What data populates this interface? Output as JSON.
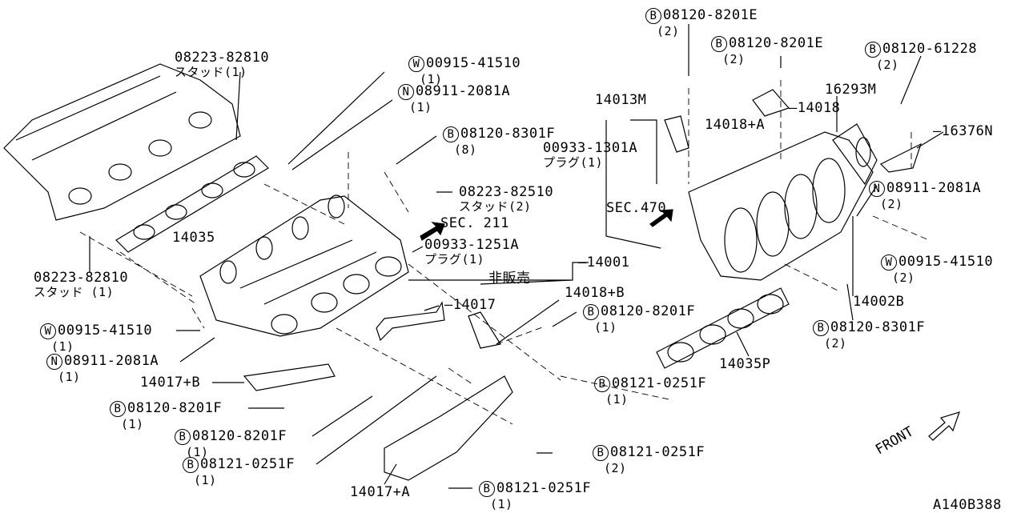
{
  "callouts": [
    {
      "prefix": "B",
      "part": "08120-8201E",
      "qty": "(2)"
    },
    {
      "prefix": "B",
      "part": "08120-8201E",
      "qty": "(2)"
    },
    {
      "prefix": "B",
      "part": "08120-61228",
      "qty": "(2)"
    },
    {
      "prefix": "",
      "part": "16293M",
      "qty": ""
    },
    {
      "prefix": "",
      "part": "—14018",
      "qty": ""
    },
    {
      "prefix": "",
      "part": "14013M",
      "qty": ""
    },
    {
      "prefix": "",
      "part": "14018+A",
      "qty": ""
    },
    {
      "prefix": "",
      "part": "00933-1301A",
      "qty": "プラグ(1)"
    },
    {
      "prefix": "",
      "part": "—16376N",
      "qty": ""
    },
    {
      "prefix": "N",
      "part": "08911-2081A",
      "qty": "(2)"
    },
    {
      "prefix": "",
      "part": "SEC.470",
      "qty": ""
    },
    {
      "prefix": "W",
      "part": "00915-41510",
      "qty": "(2)"
    },
    {
      "prefix": "",
      "part": "14002B",
      "qty": ""
    },
    {
      "prefix": "B",
      "part": "08120-8301F",
      "qty": "(2)"
    },
    {
      "prefix": "",
      "part": "14035P",
      "qty": ""
    },
    {
      "prefix": "",
      "part": "FRONT",
      "qty": ""
    },
    {
      "prefix": "",
      "part": "A140B388",
      "qty": ""
    },
    {
      "prefix": "",
      "part": "08223-82810",
      "qty": "スタッド(1)"
    },
    {
      "prefix": "W",
      "part": "00915-41510",
      "qty": "(1)"
    },
    {
      "prefix": "N",
      "part": "08911-2081A",
      "qty": "(1)"
    },
    {
      "prefix": "B",
      "part": "08120-8301F",
      "qty": "(8)"
    },
    {
      "prefix": "",
      "part": "08223-82510",
      "qty": "スタッド(2)"
    },
    {
      "prefix": "",
      "part": "SEC. 211",
      "qty": ""
    },
    {
      "prefix": "",
      "part": "14035",
      "qty": ""
    },
    {
      "prefix": "",
      "part": "00933-1251A",
      "qty": "プラグ(1)"
    },
    {
      "prefix": "",
      "part": "—14001",
      "qty": ""
    },
    {
      "prefix": "",
      "part": "非販売",
      "qty": ""
    },
    {
      "prefix": "",
      "part": "08223-82810",
      "qty": "スタッド (1)"
    },
    {
      "prefix": "",
      "part": "14018+B",
      "qty": ""
    },
    {
      "prefix": "",
      "part": "—14017",
      "qty": ""
    },
    {
      "prefix": "B",
      "part": "08120-8201F",
      "qty": "(1)"
    },
    {
      "prefix": "W",
      "part": "00915-41510",
      "qty": "(1)"
    },
    {
      "prefix": "N",
      "part": "08911-2081A",
      "qty": "(1)"
    },
    {
      "prefix": "",
      "part": "14017+B",
      "qty": ""
    },
    {
      "prefix": "B",
      "part": "08121-0251F",
      "qty": "(1)"
    },
    {
      "prefix": "B",
      "part": "08120-8201F",
      "qty": "(1)"
    },
    {
      "prefix": "B",
      "part": "08120-8201F",
      "qty": "(1)"
    },
    {
      "prefix": "B",
      "part": "08121-0251F",
      "qty": "(2)"
    },
    {
      "prefix": "B",
      "part": "08121-0251F",
      "qty": "(1)"
    },
    {
      "prefix": "B",
      "part": "08121-0251F",
      "qty": "(1)"
    },
    {
      "prefix": "",
      "part": "14017+A",
      "qty": ""
    }
  ]
}
